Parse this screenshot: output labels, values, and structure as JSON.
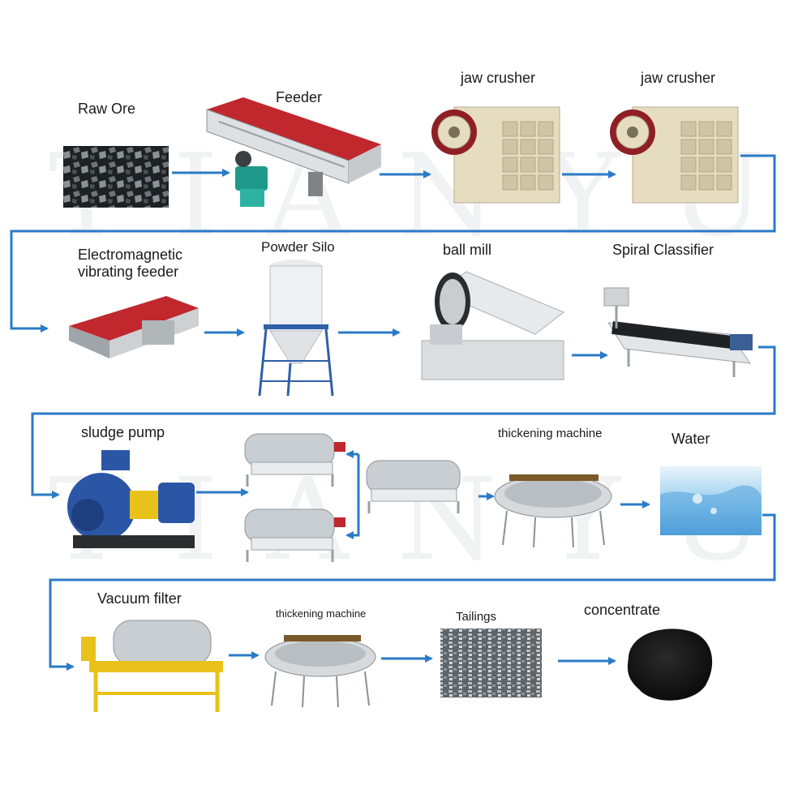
{
  "watermark": {
    "text": "TIANYU"
  },
  "stages": {
    "raw_ore": "Raw Ore",
    "feeder": "Feeder",
    "jaw_crusher_1": "jaw crusher",
    "jaw_crusher_2": "jaw crusher",
    "em_feeder": "Electromagnetic vibrating feeder",
    "powder_silo": "Powder Silo",
    "ball_mill": "ball mill",
    "spiral_classifier": "Spiral Classifier",
    "sludge_pump": "sludge pump",
    "thickening_machine_1": "thickening machine",
    "water": "Water",
    "vacuum_filter": "Vacuum filter",
    "thickening_machine_2": "thickening machine",
    "tailings": "Tailings",
    "concentrate": "concentrate"
  },
  "colors": {
    "arrow": "#2a7bc7",
    "feeder_red": "#c0282d",
    "crusher_cream": "#e6dcc0",
    "pump_blue": "#2b56a6",
    "filter_yellow": "#e8c21a",
    "steel": "#b8bcc0"
  }
}
